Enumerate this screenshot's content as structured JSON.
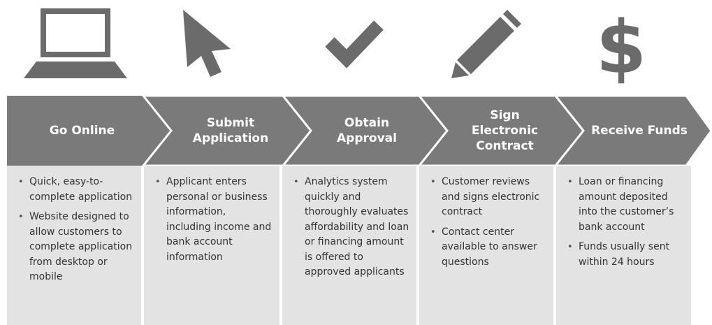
{
  "colors": {
    "icon": "#6b6b6b",
    "chevron": "#7a7a7a",
    "chevron_border": "#ffffff",
    "title_text": "#ffffff",
    "column_bg": "#e3e3e3",
    "body_text": "#333333"
  },
  "steps": [
    {
      "icon": "laptop-icon",
      "title": "Go Online",
      "bullets": [
        "Quick, easy-to-complete application",
        "Website designed to allow customers to complete application from desktop or mobile"
      ]
    },
    {
      "icon": "cursor-arrow-icon",
      "title": "Submit\nApplication",
      "bullets": [
        "Applicant enters personal or business information, including income and bank account information"
      ]
    },
    {
      "icon": "checkmark-icon",
      "title": "Obtain\nApproval",
      "bullets": [
        "Analytics system quickly and thoroughly evaluates affordability and loan or financing amount is offered to approved applicants"
      ]
    },
    {
      "icon": "pencil-icon",
      "title": "Sign\nElectronic\nContract",
      "bullets": [
        "Customer reviews and signs electronic contract",
        "Contact center available to answer questions"
      ]
    },
    {
      "icon": "dollar-sign-icon",
      "title": "Receive Funds",
      "bullets": [
        "Loan or financing amount deposited into the customer’s bank account",
        "Funds usually sent within 24 hours"
      ]
    }
  ]
}
